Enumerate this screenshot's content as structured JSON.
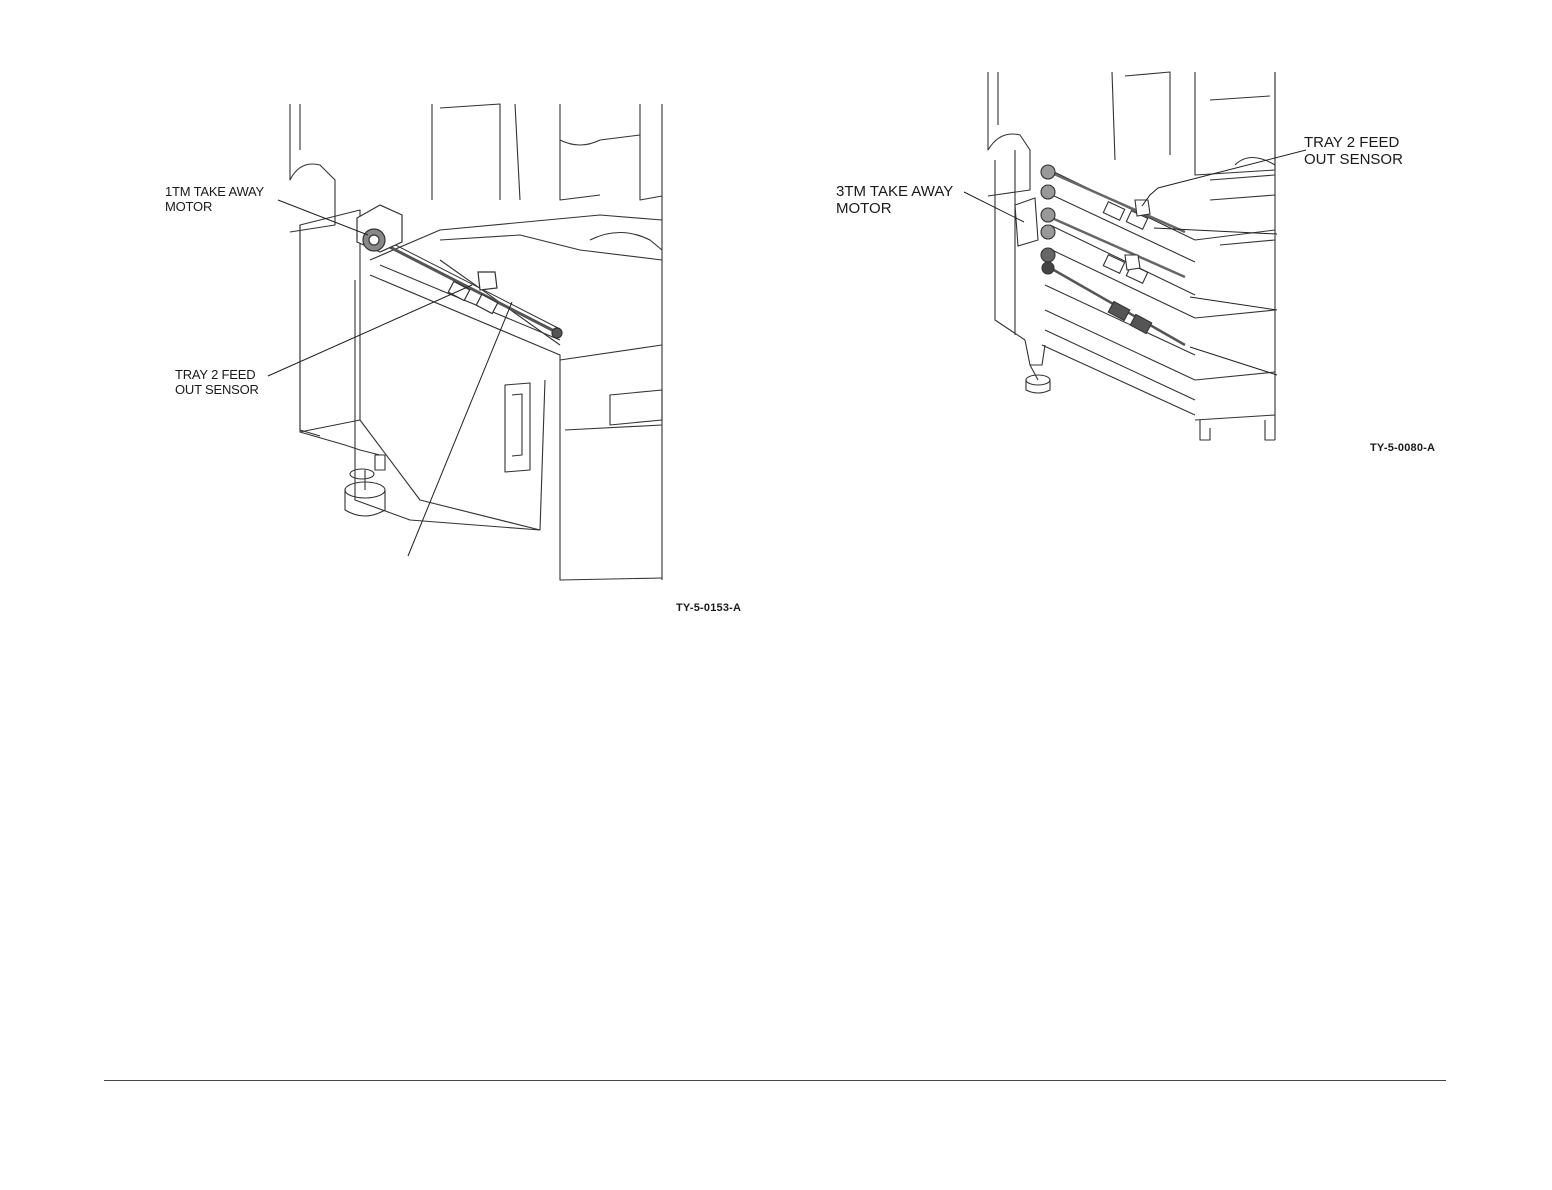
{
  "figures": [
    {
      "figure_id": "TY-5-0153-A",
      "callouts": [
        {
          "text": "1TM TAKE AWAY\nMOTOR"
        },
        {
          "text": "TRAY 2 FEED\nOUT SENSOR"
        }
      ]
    },
    {
      "figure_id": "TY-5-0080-A",
      "callouts": [
        {
          "text": "3TM TAKE AWAY\nMOTOR"
        },
        {
          "text": "TRAY 2 FEED\nOUT SENSOR"
        }
      ]
    }
  ]
}
